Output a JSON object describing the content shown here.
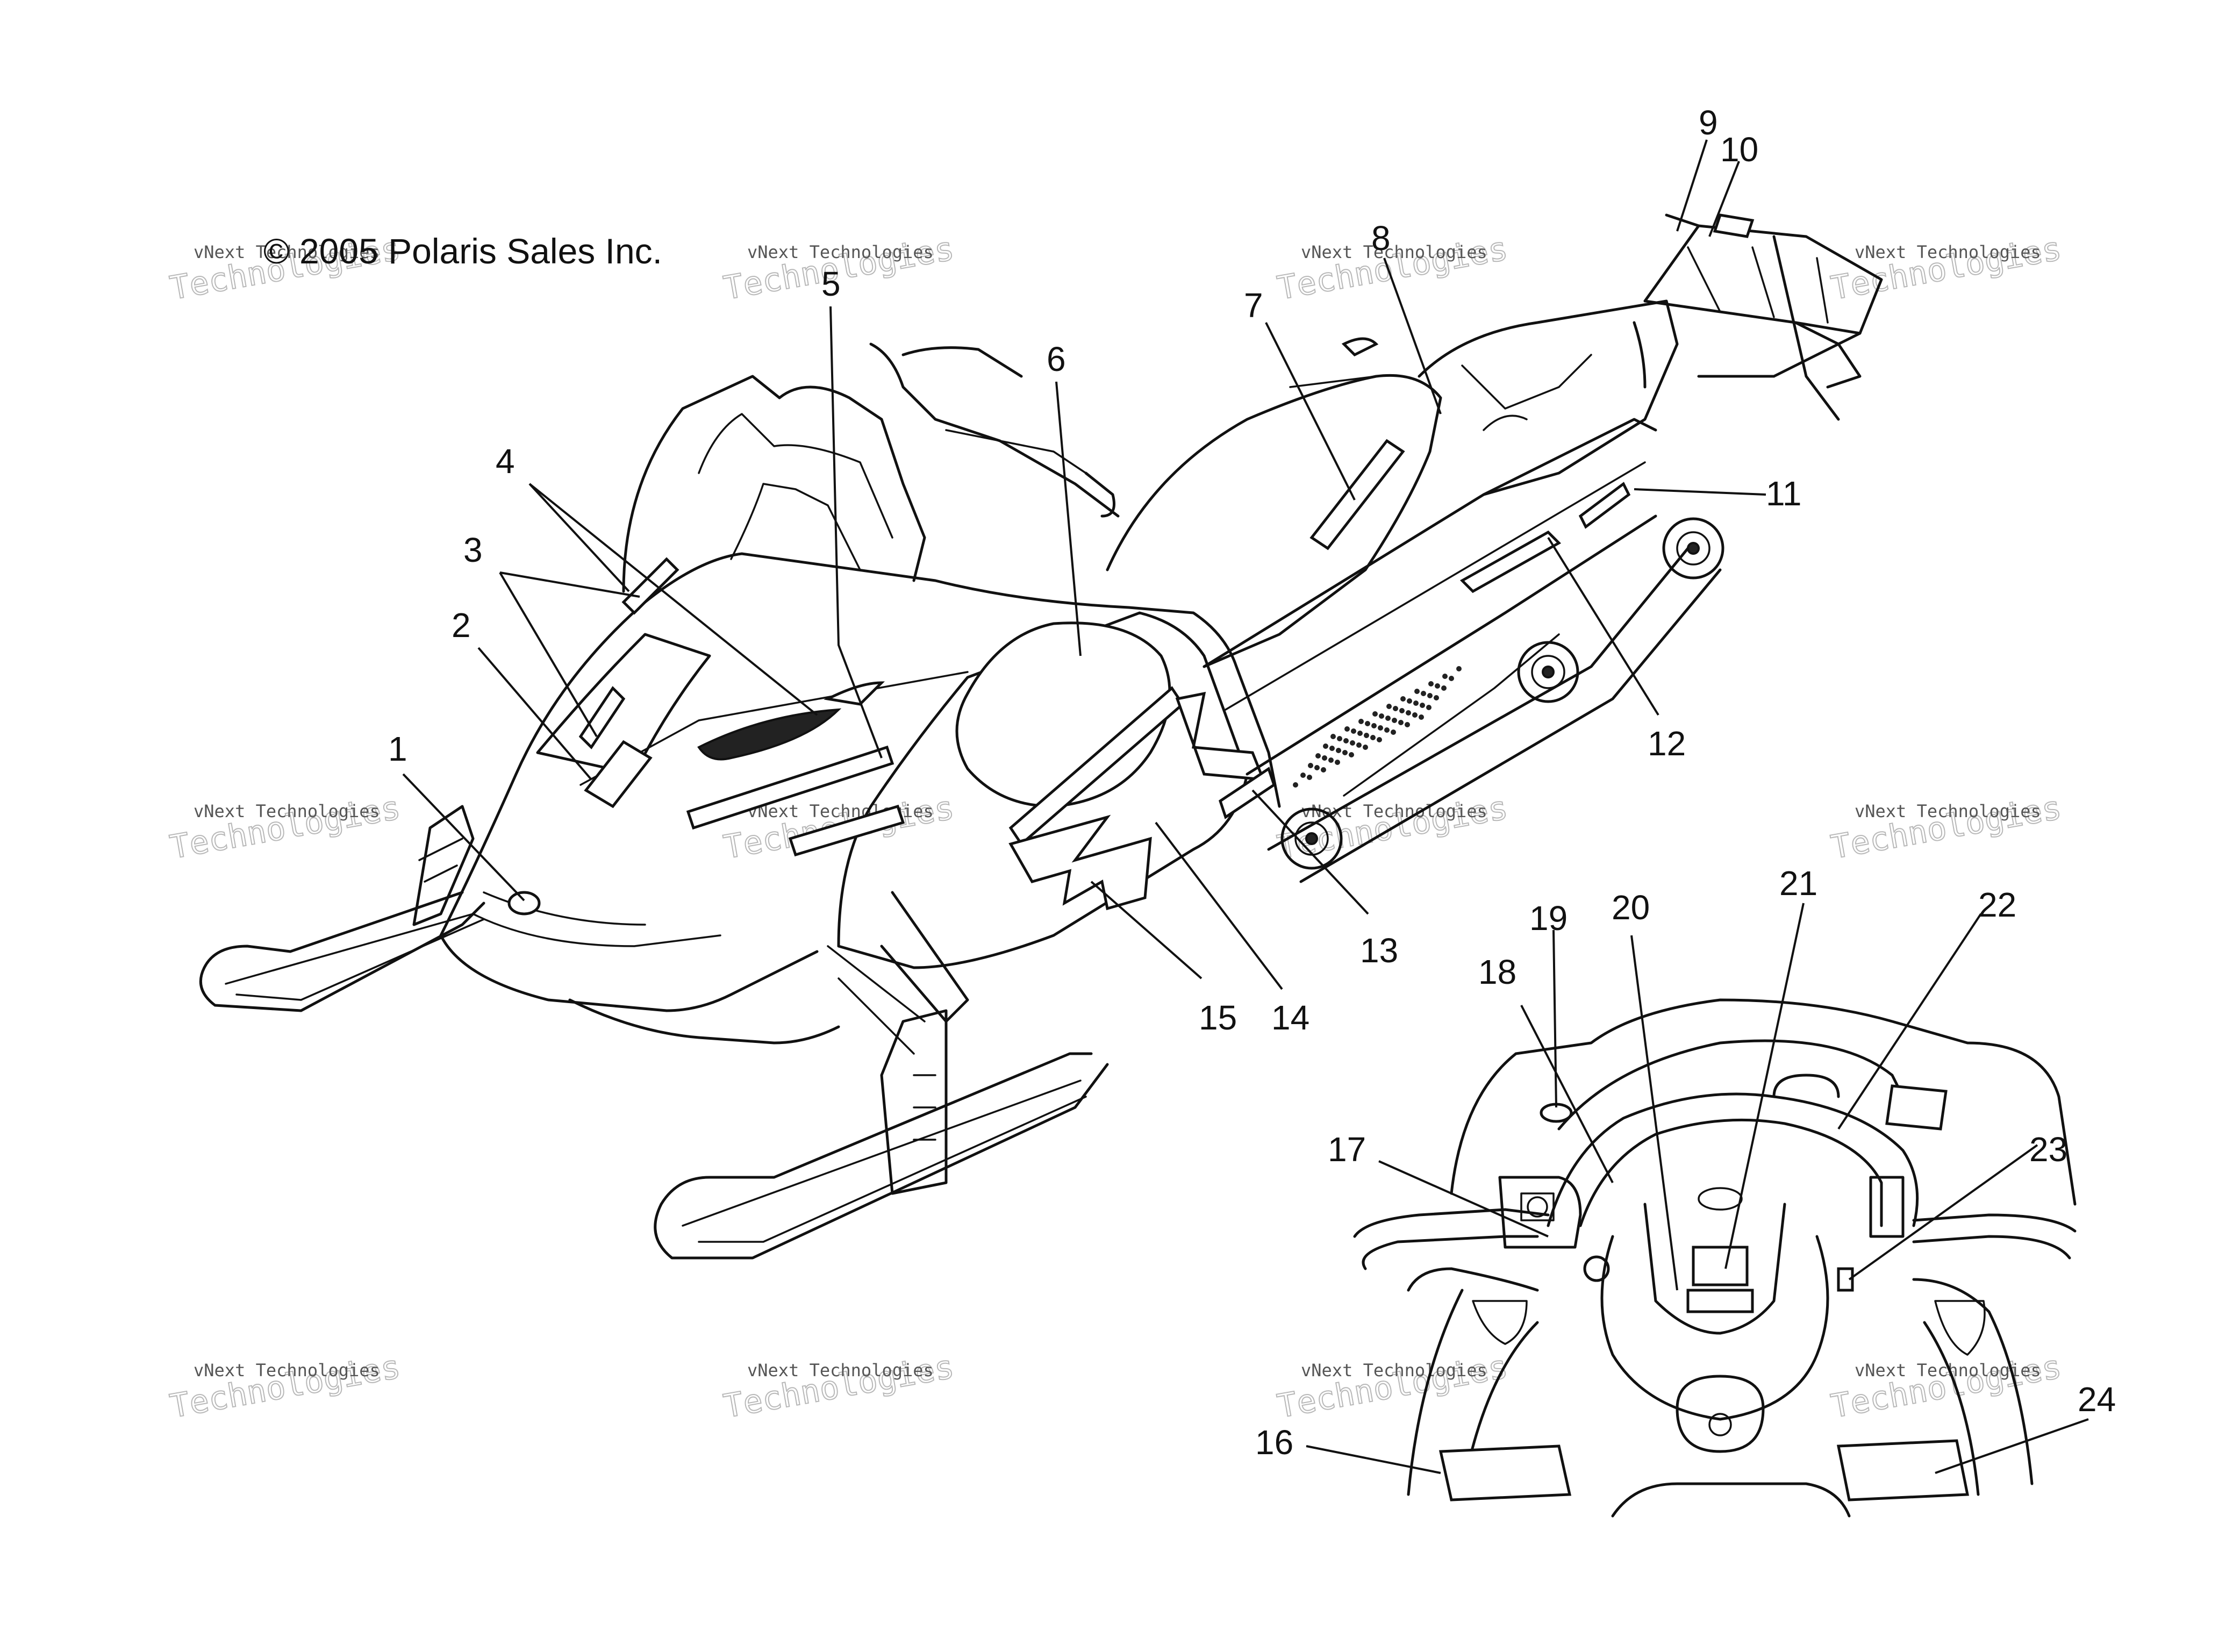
{
  "copyright": "© 2005 Polaris Sales Inc.",
  "watermark": {
    "line1": "vNext Technologies",
    "line2": "Technologies"
  },
  "callouts": [
    "1",
    "2",
    "3",
    "4",
    "5",
    "6",
    "7",
    "8",
    "9",
    "10",
    "11",
    "12",
    "13",
    "14",
    "15",
    "16",
    "17",
    "18",
    "19",
    "20",
    "21",
    "22",
    "23",
    "24"
  ]
}
